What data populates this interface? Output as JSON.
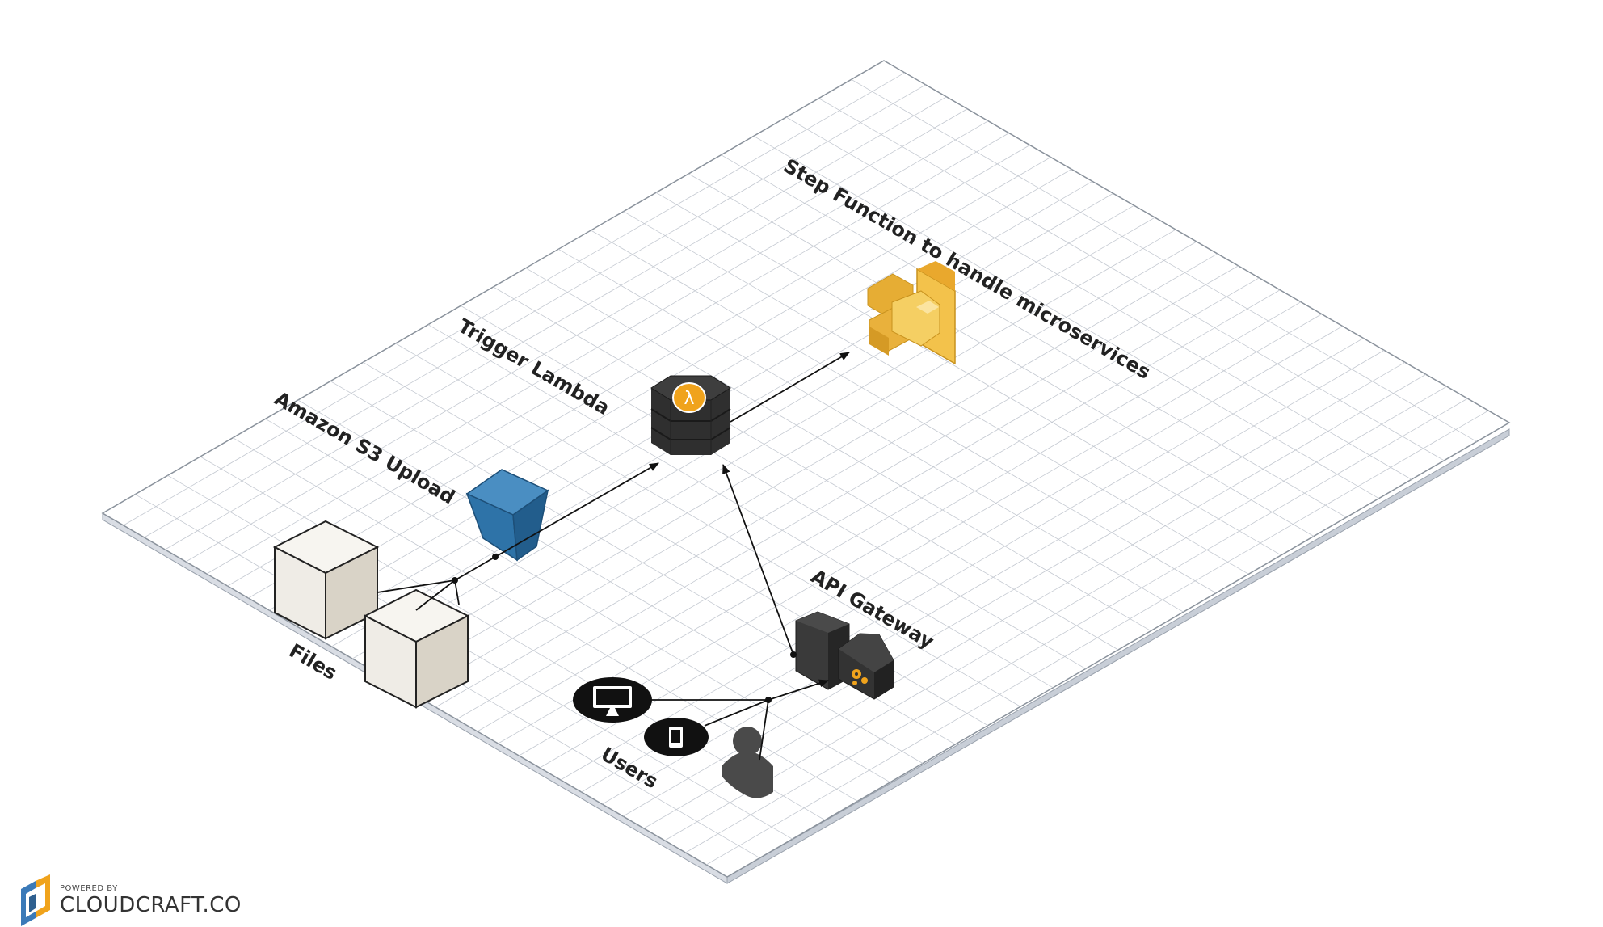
{
  "labels": {
    "s3": "Amazon S3 Upload",
    "lambda": "Trigger Lambda",
    "step": "Step Function to handle microservices",
    "files": "Files",
    "users": "Users",
    "apigw": "API Gateway"
  },
  "brand": {
    "small": "POWERED BY",
    "big": "CLOUDCRAFT.CO"
  },
  "colors": {
    "s3": "#2e73a8",
    "lambda": "#333333",
    "lambda_badge": "#f0a31c",
    "step": "#e8b43a",
    "files": "#efece6",
    "apigw": "#333333",
    "users": "#111111",
    "brand": "#3b7ab8"
  },
  "icons": {
    "s3": "s3-bucket-icon",
    "lambda": "lambda-icon",
    "step": "step-functions-icon",
    "apigw": "api-gateway-icon",
    "desktop": "desktop-icon",
    "mobile": "mobile-icon",
    "user": "user-icon"
  }
}
